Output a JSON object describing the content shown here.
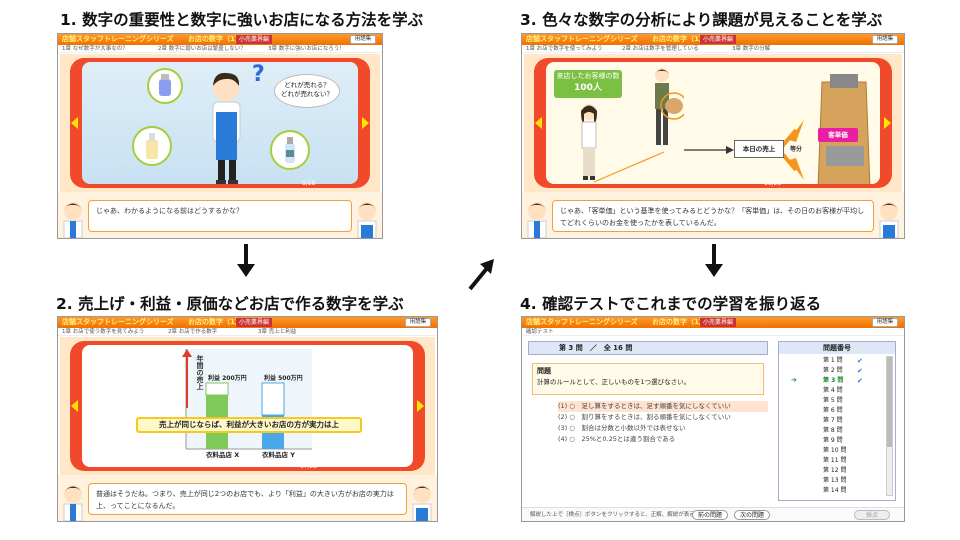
{
  "headings": [
    "1. 数字の重要性と数字に強いお店になる方法を学ぶ",
    "2. 売上げ・利益・原価などお店で作る数字を学ぶ",
    "3. 色々な数字の分析により課題が見えることを学ぶ",
    "4. 確認テストでこれまでの学習を振り返る"
  ],
  "series_title": "店舗スタッフトレーニングシリーズ",
  "course_title": "お店の数字（1）",
  "badge": "小売業界編",
  "glossary_label": "用語集",
  "panel1": {
    "tabs": [
      "1章 なぜ数字が大事なの？",
      "2章 数字に弱いお店は繁盛しない？",
      "3章 数字に強いお店になろう！"
    ],
    "thought": [
      "どれが売れる？",
      "どれが売れない？"
    ],
    "page": "5/18",
    "dialog": "じゃあ、わかるようになる前はどうするかな？"
  },
  "panel2": {
    "tabs": [
      "1章 お店で使う数字を見てみよう",
      "2章 お店で作る数字",
      "3章 売上と利益"
    ],
    "ylabel": "年間の売上",
    "bar_labels": [
      "利益 200万円",
      "利益 500万円"
    ],
    "callout": "売上が同じならば、利益が大きいお店の方が実力は上",
    "x_labels": [
      "衣料品店 X",
      "衣料品店 Y"
    ],
    "page": "17/22",
    "dialog": "普通はそうだね。つまり、売上が同じ2つのお店でも、より「利益」の大きい方がお店の実力は上、ってことになるんだ。"
  },
  "panel3": {
    "tabs": [
      "1章 お店で数字を使ってみよう",
      "2章 お店は数字を管理している",
      "3章 数字の分解"
    ],
    "visitors_label": "来店したお客様の数",
    "visitors_value": "100人",
    "sales_box": "本日の売上",
    "equals": "等分",
    "unit_price_box": "客単価",
    "page": "11/25",
    "dialog": "じゃあ、「客単価」という基準を使ってみるとどうかな？「客単価」は、その日のお客様が平均してどれくらいのお金を使ったかを表しているんだ。"
  },
  "panel4": {
    "tab": "確認テスト",
    "question_no": "第 3 問　／　全 16 問",
    "q_label": "問題",
    "q_text": "計算のルールとして、正しいものを1つ選びなさい。",
    "options": [
      "(1) ○　足し算をするときは、足す順番を気にしなくていい",
      "(2) ○　割り算をするときは、割る順番を気にしなくていい",
      "(3) ○　割合は分数と小数以外では表せない",
      "(4) ○　25%と0.25とは違う割合である"
    ],
    "list_header": "問題番号",
    "list_items": [
      "第 1 問",
      "第 2 問",
      "第 3 問",
      "第 4 問",
      "第 5 問",
      "第 6 問",
      "第 7 問",
      "第 8 問",
      "第 9 問",
      "第 10 問",
      "第 11 問",
      "第 12 問",
      "第 13 問",
      "第 14 問"
    ],
    "footer_note": "解説した上で［検点］ボタンをクリックすると、正解、解説が表示されます。",
    "prev_button": "前の問題",
    "next_button": "次の問題",
    "finish_button": "採点"
  },
  "colors": {
    "accent": "#f04a2a",
    "title_bar": "#f07000",
    "bar_green": "#7fc85a",
    "bar_blue": "#4aa8ea",
    "arrow": "#f7941d"
  }
}
